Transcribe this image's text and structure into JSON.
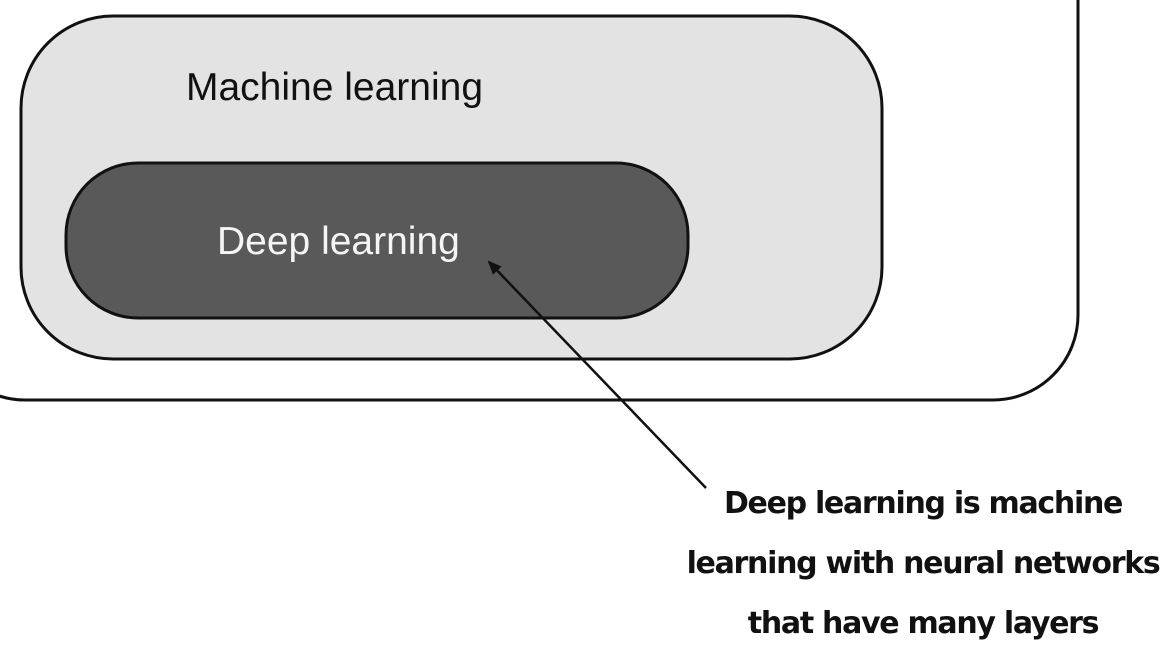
{
  "diagram": {
    "outer_region_label": "",
    "machine_learning_label": "Machine learning",
    "deep_learning_label": "Deep learning",
    "annotation_lines": [
      "Deep learning is machine",
      "learning with neural networks",
      "that have many layers"
    ]
  },
  "colors": {
    "outer_fill": "#ffffff",
    "machine_learning_fill": "#e3e3e3",
    "deep_learning_fill": "#595959",
    "stroke": "#111111",
    "arrow_color": "#111111"
  }
}
